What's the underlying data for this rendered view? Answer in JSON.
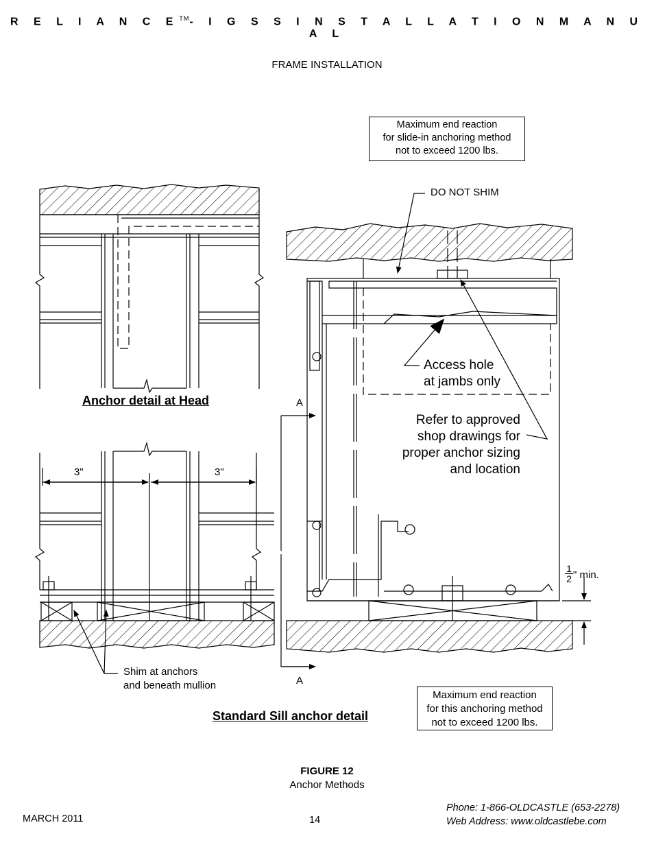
{
  "header": {
    "title_pre": "R E L I A N C E",
    "tm": "TM",
    "title_post": "- I G  S S  I N S T A L L A T I O N  M A N U A L"
  },
  "section": "FRAME INSTALLATION",
  "notes": {
    "top_box": [
      "Maximum end reaction",
      "for slide-in anchoring method",
      "not to exceed 1200 lbs."
    ],
    "do_not_shim": "DO NOT SHIM",
    "access_hole": [
      "Access hole",
      "at jambs only"
    ],
    "refer": [
      "Refer to approved",
      "shop drawings for",
      "proper anchor sizing",
      "and location"
    ],
    "section_a_top": "A",
    "section_a_bottom": "A",
    "dim_left": "3\"",
    "dim_right": "3\"",
    "half_num": "1",
    "half_den": "2",
    "half_suffix": "\" min.",
    "shim": [
      "Shim at anchors",
      "and beneath mullion"
    ],
    "bottom_box": [
      "Maximum end reaction",
      "for this anchoring method",
      "not to exceed 1200 lbs."
    ]
  },
  "titles": {
    "head_detail": "Anchor detail at Head",
    "sill_detail": "Standard Sill anchor detail"
  },
  "figure": {
    "number": "FIGURE 12",
    "caption": "Anchor Methods"
  },
  "footer": {
    "date": "MARCH 2011",
    "page": "14",
    "phone": "Phone: 1-866-OLDCASTLE (653-2278)",
    "web": "Web Address: www.oldcastlebe.com"
  }
}
